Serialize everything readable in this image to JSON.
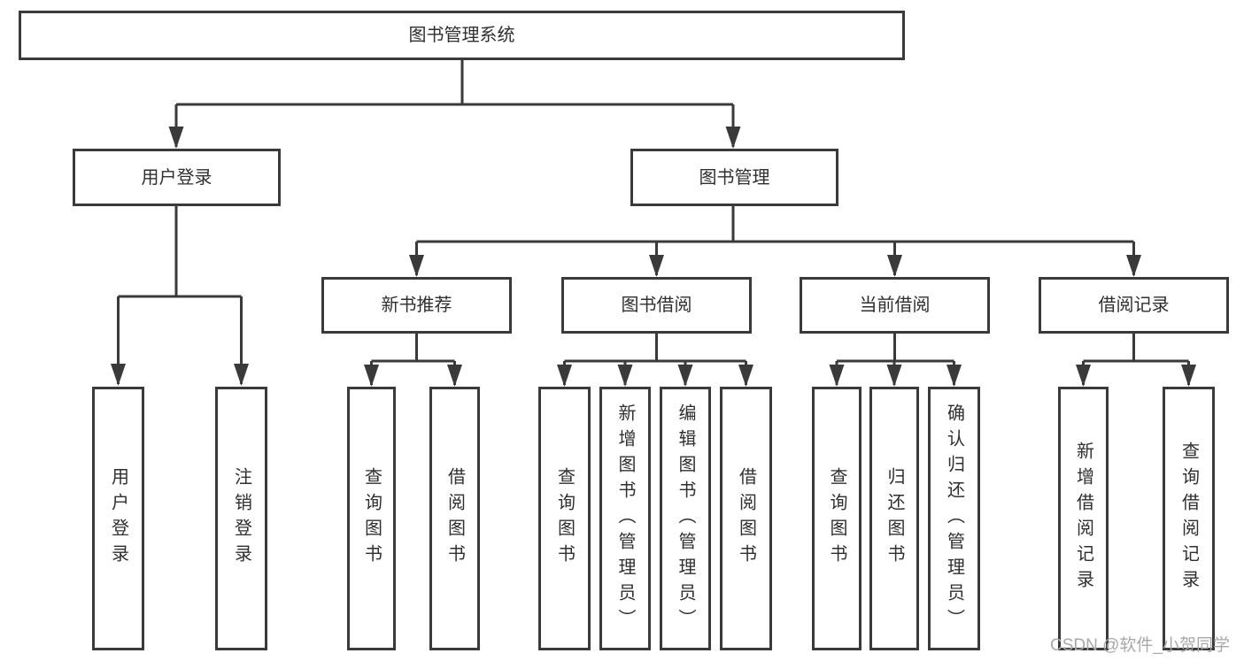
{
  "nodes": {
    "root": "图书管理系统",
    "level2": [
      "用户登录",
      "图书管理"
    ],
    "level3": [
      "新书推荐",
      "图书借阅",
      "当前借阅",
      "借阅记录"
    ],
    "leaves": [
      "用户登录",
      "注销登录",
      "查询图书",
      "借阅图书",
      "查询图书",
      "新增图书（管理员）",
      "编辑图书（管理员）",
      "借阅图书",
      "查询图书",
      "归还图书",
      "确认归还（管理员）",
      "新增借阅记录",
      "查询借阅记录"
    ]
  },
  "watermark": "CSDN @软件_小贺同学",
  "colors": {
    "line": "#3a3a3a",
    "text": "#2f2f2f",
    "watermark": "#a9a9a9",
    "background": "#ffffff"
  }
}
